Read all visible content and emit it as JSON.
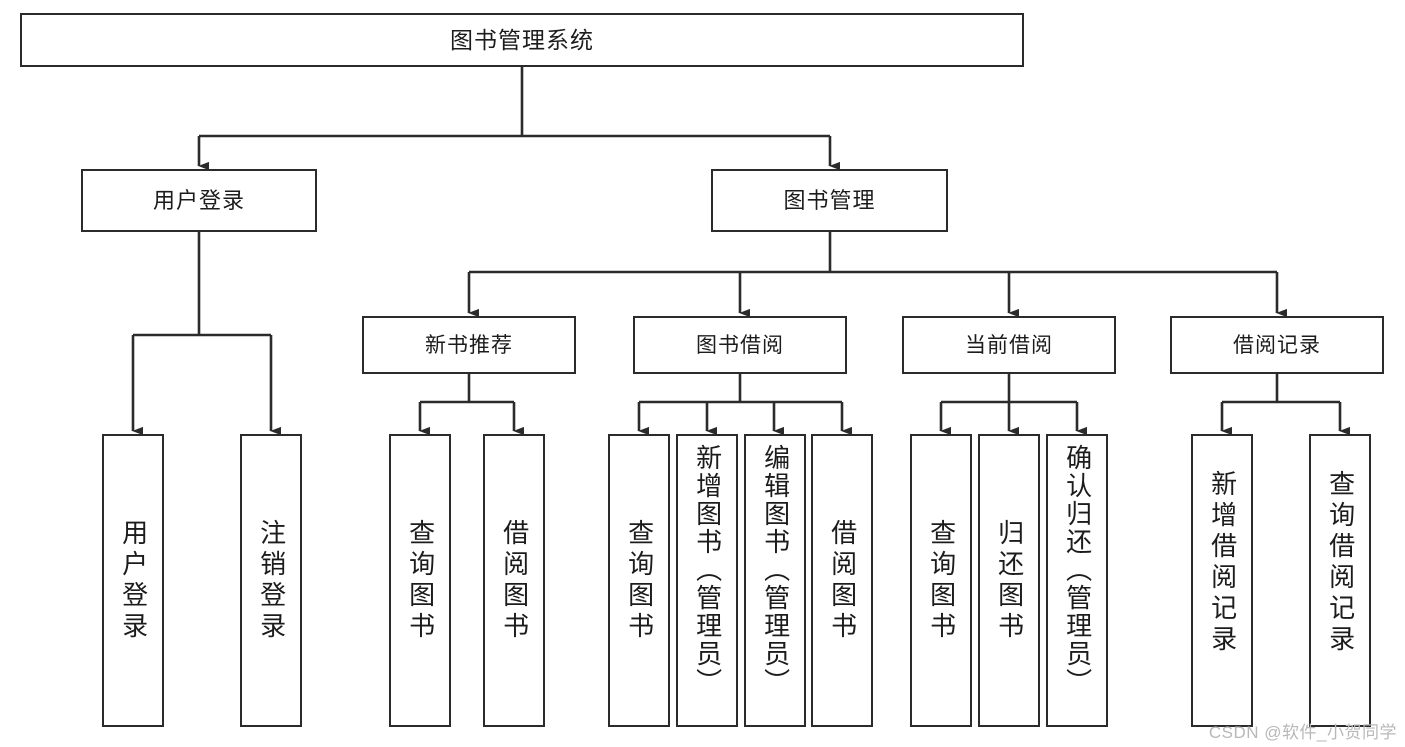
{
  "diagram": {
    "title": "图书管理系统",
    "type": "hierarchy-tree",
    "watermark": "CSDN @软件_小贺同学",
    "colors": {
      "box_border": "#2b2b2b",
      "box_fill": "#ffffff",
      "connector": "#2b2b2b",
      "text": "#1c1c1c",
      "watermark": "#b8b8b8"
    },
    "root": {
      "label": "图书管理系统"
    },
    "level2": [
      {
        "label": "用户登录"
      },
      {
        "label": "图书管理"
      }
    ],
    "level3": [
      {
        "label": "新书推荐"
      },
      {
        "label": "图书借阅"
      },
      {
        "label": "当前借阅"
      },
      {
        "label": "借阅记录"
      }
    ],
    "leaves": {
      "user_login": [
        {
          "label": "用户\n登录"
        },
        {
          "label": "注销\n登录"
        }
      ],
      "new_book_recommend": [
        {
          "label": "查询\n图书"
        },
        {
          "label": "借阅\n图书"
        }
      ],
      "book_borrow": [
        {
          "label": "查询\n图书"
        },
        {
          "label": "新增\n图书\n（管\n理员\n）"
        },
        {
          "label": "编辑\n图书\n（管\n理员\n）"
        },
        {
          "label": "借阅\n图书"
        }
      ],
      "current_borrow": [
        {
          "label": "查询\n图书"
        },
        {
          "label": "归还\n图书"
        },
        {
          "label": "确认\n归还\n（管\n理员\n）"
        }
      ],
      "borrow_record": [
        {
          "label": "新增\n借阅\n记录"
        },
        {
          "label": "查询\n借阅\n记录"
        }
      ]
    }
  }
}
